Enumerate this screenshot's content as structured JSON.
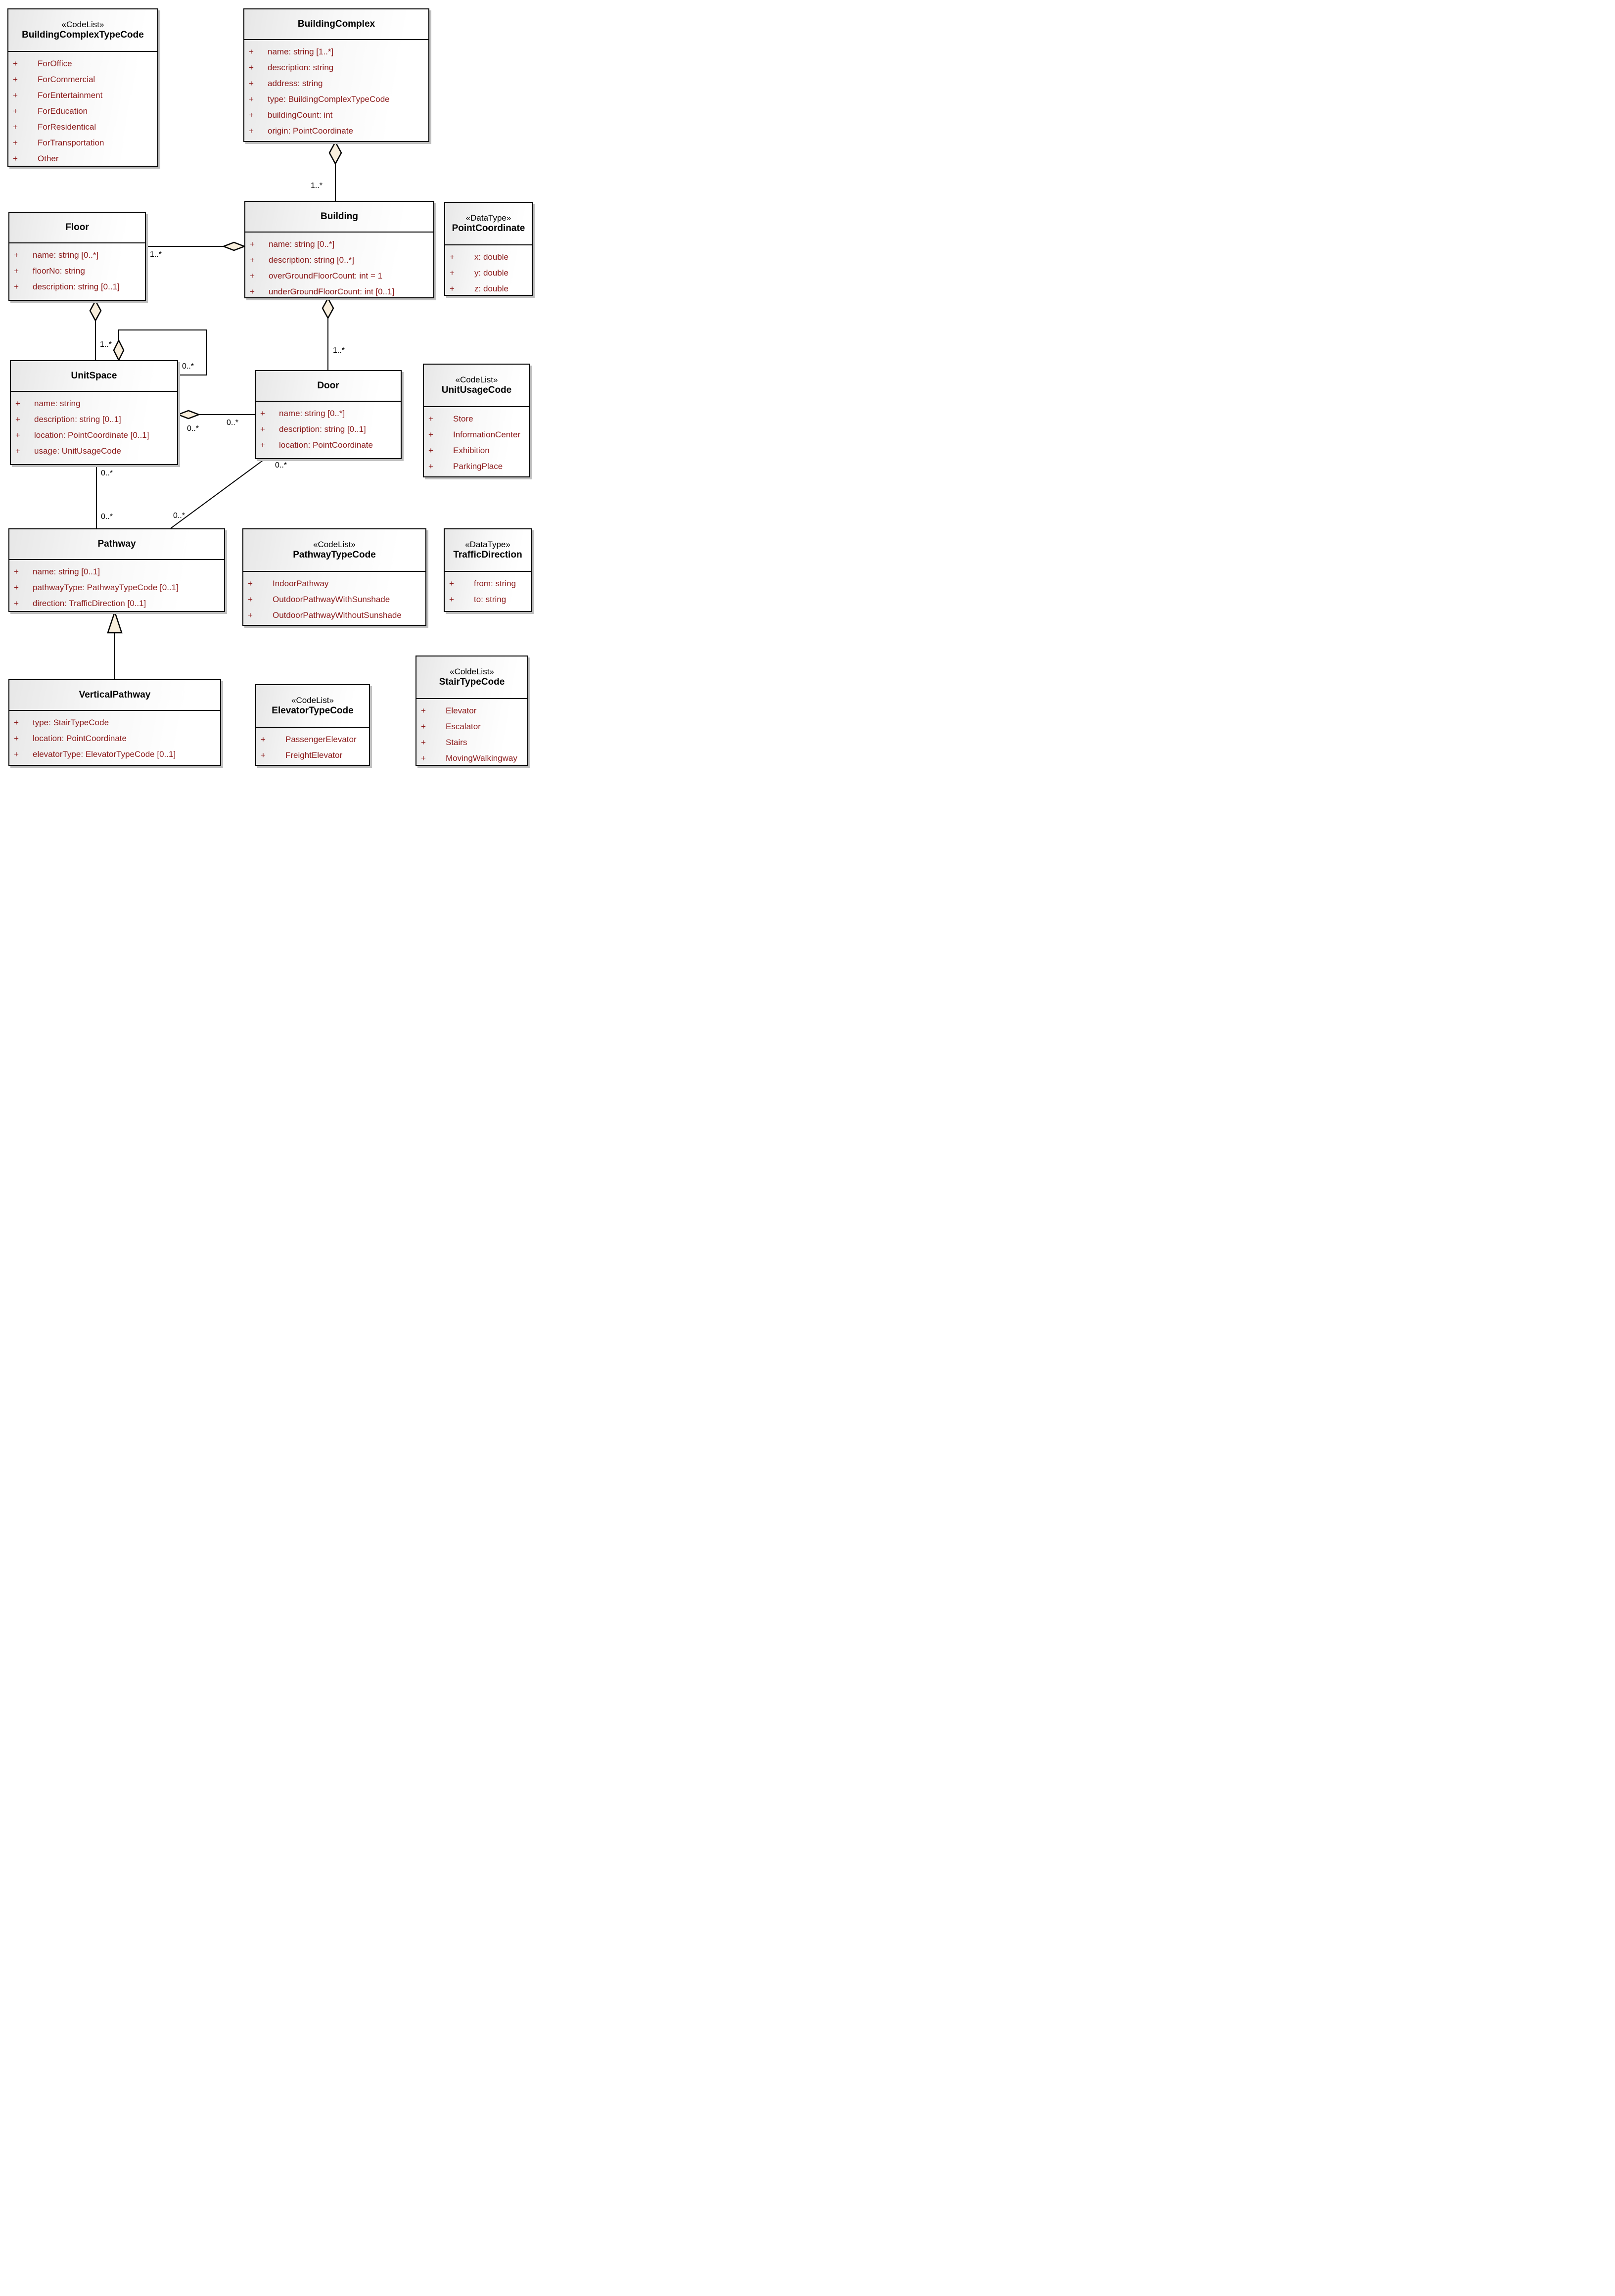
{
  "ui": {
    "plus": "+"
  },
  "colors": {
    "attribute_text": "#8b1a1a",
    "diamond_fill": "#f8eedc",
    "line": "#000000",
    "box_shadow": "#bfbfbf"
  },
  "classes": {
    "buildingComplexTypeCode": {
      "stereotype": "«CodeList»",
      "name": "BuildingComplexTypeCode",
      "attrs": [
        "ForOffice",
        "ForCommercial",
        "ForEntertainment",
        "ForEducation",
        "ForResidentical",
        "ForTransportation",
        "Other"
      ]
    },
    "buildingComplex": {
      "name": "BuildingComplex",
      "attrs": [
        "name: string [1..*]",
        "description: string",
        "address: string",
        "type: BuildingComplexTypeCode",
        "buildingCount: int",
        "origin: PointCoordinate"
      ]
    },
    "floor": {
      "name": "Floor",
      "attrs": [
        "name: string [0..*]",
        "floorNo: string",
        "description: string [0..1]"
      ]
    },
    "building": {
      "name": "Building",
      "attrs": [
        "name: string [0..*]",
        "description: string [0..*]",
        "overGroundFloorCount: int = 1",
        "underGroundFloorCount: int [0..1]"
      ]
    },
    "pointCoordinate": {
      "stereotype": "«DataType»",
      "name": "PointCoordinate",
      "attrs": [
        "x: double",
        "y: double",
        "z: double"
      ]
    },
    "unitSpace": {
      "name": "UnitSpace",
      "attrs": [
        "name: string",
        "description: string [0..1]",
        "location: PointCoordinate [0..1]",
        "usage: UnitUsageCode"
      ]
    },
    "door": {
      "name": "Door",
      "attrs": [
        "name: string [0..*]",
        "description: string [0..1]",
        "location: PointCoordinate"
      ]
    },
    "unitUsageCode": {
      "stereotype": "«CodeList»",
      "name": "UnitUsageCode",
      "attrs": [
        "Store",
        "InformationCenter",
        "Exhibition",
        "ParkingPlace"
      ]
    },
    "pathway": {
      "name": "Pathway",
      "attrs": [
        "name: string [0..1]",
        "pathwayType: PathwayTypeCode [0..1]",
        "direction: TrafficDirection [0..1]"
      ]
    },
    "pathwayTypeCode": {
      "stereotype": "«CodeList»",
      "name": "PathwayTypeCode",
      "attrs": [
        "IndoorPathway",
        "OutdoorPathwayWithSunshade",
        "OutdoorPathwayWithoutSunshade"
      ]
    },
    "trafficDirection": {
      "stereotype": "«DataType»",
      "name": "TrafficDirection",
      "attrs": [
        "from: string",
        "to: string"
      ]
    },
    "verticalPathway": {
      "name": "VerticalPathway",
      "attrs": [
        "type: StairTypeCode",
        "location: PointCoordinate",
        "elevatorType: ElevatorTypeCode [0..1]"
      ]
    },
    "elevatorTypeCode": {
      "stereotype": "«CodeList»",
      "name": "ElevatorTypeCode",
      "attrs": [
        "PassengerElevator",
        "FreightElevator"
      ]
    },
    "stairTypeCode": {
      "stereotype": "«ColdeList»",
      "name": "StairTypeCode",
      "attrs": [
        "Elevator",
        "Escalator",
        "Stairs",
        "MovingWalkingway"
      ]
    }
  },
  "multiplicities": {
    "buildingcomplex_building": "1..*",
    "building_floor": "1..*",
    "floor_unitspace": "1..*",
    "building_door": "1..*",
    "unitspace_self": "0..*",
    "unitspace_door_doorend": "0..*",
    "unitspace_door_unitend": "0..*",
    "unitspace_pathway_top": "0..*",
    "unitspace_pathway_bottom": "0..*",
    "door_pathway_doorend": "0..*",
    "door_pathway_pathwayend": "0..*"
  }
}
